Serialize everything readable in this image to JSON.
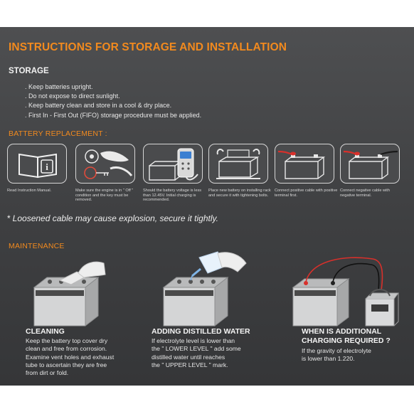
{
  "title": "INSTRUCTIONS FOR STORAGE  AND INSTALLATION",
  "storage": {
    "heading": "STORAGE",
    "items": [
      ". Keep batteries upright.",
      ". Do not expose to direct sunlight.",
      ". Keep battery clean and store in a cool & dry place.",
      ". First In - First Out (FIFO) storage procedure must be applied."
    ]
  },
  "replacement": {
    "heading": "BATTERY REPLACEMENT :",
    "steps": [
      {
        "icon": "manual-book-icon",
        "caption": "Read Instruction Manual."
      },
      {
        "icon": "engine-off-key-icon",
        "caption": "Make sure the engine is in \" Off \" condition and the key must be removed."
      },
      {
        "icon": "voltage-meter-icon",
        "caption": "Should the battery voltage is less than 12.45V. Initial charging is recommended."
      },
      {
        "icon": "battery-rack-icon",
        "caption": "Place new battery on installing rack and secure it with tightening bolts."
      },
      {
        "icon": "positive-cable-icon",
        "caption": "Connect positive cable with positive terminal first."
      },
      {
        "icon": "negative-cable-icon",
        "caption": "Connect negative cable with negative terminal."
      }
    ]
  },
  "warning": {
    "star": "*",
    "text": "Loosened cable may cause explosion, secure it tightly."
  },
  "maintenance": {
    "heading": "MAINTENANCE",
    "cleaning": {
      "heading": "CLEANING",
      "lines": [
        "Keep the battery top cover dry",
        "clean and free from corrosion.",
        "Examine vent holes and exhaust",
        "tube to ascertain they are free",
        "from dirt or fold."
      ]
    },
    "water": {
      "heading": "ADDING DISTILLED WATER",
      "lines": [
        "If electrolyte level is lower than",
        "the \" LOWER LEVEL \" add some",
        "distilled water until reaches",
        "the \" UPPER LEVEL \" mark."
      ]
    },
    "charging": {
      "heading_lines": [
        "WHEN IS ADDITIONAL",
        "CHARGING REQUIRED ?"
      ],
      "lines": [
        "If the gravity of electrolyte",
        "is lower than 1.220."
      ]
    }
  },
  "colors": {
    "accent": "#f28a1e",
    "panel": "#48494b",
    "text": "#e8e8e8"
  }
}
